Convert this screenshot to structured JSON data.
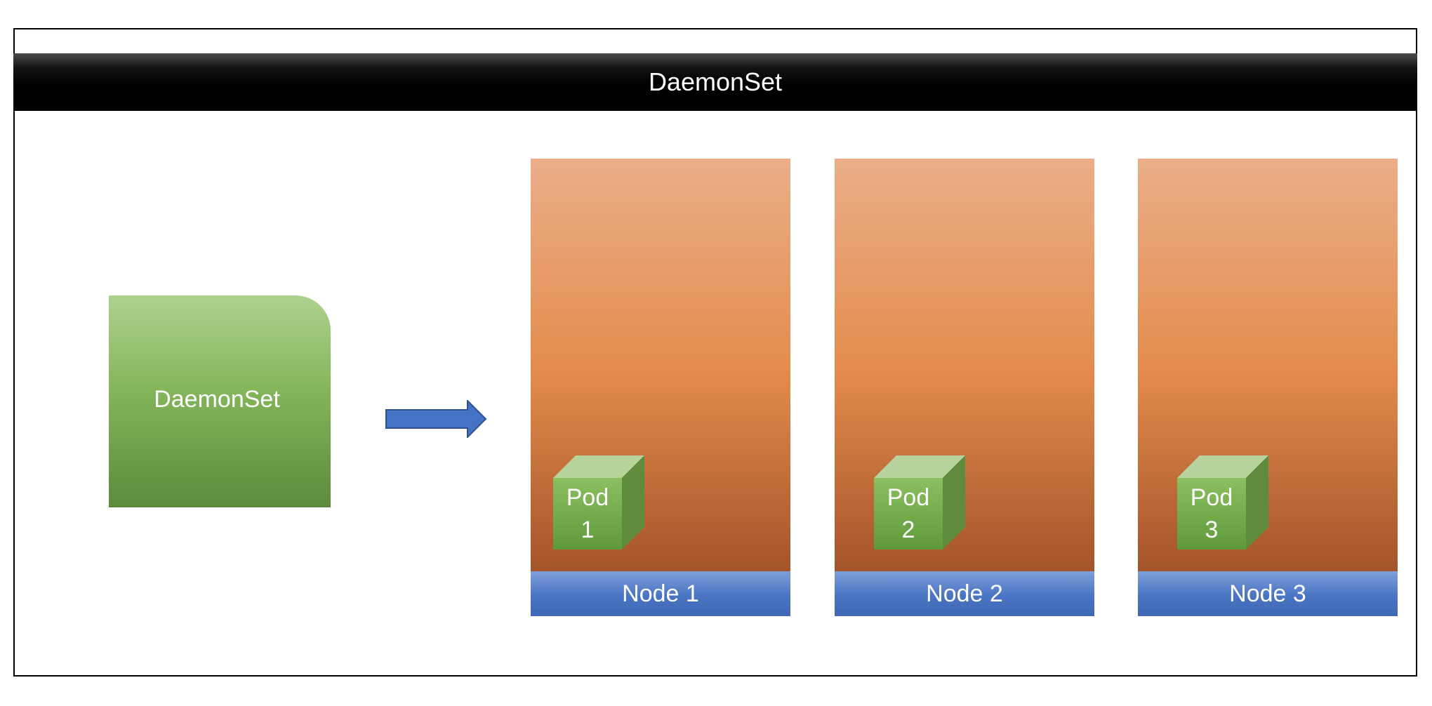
{
  "diagram": {
    "title": "DaemonSet",
    "daemonset_label": "DaemonSet",
    "nodes": [
      {
        "label": "Node 1",
        "pod_word": "Pod",
        "pod_number": "1"
      },
      {
        "label": "Node 2",
        "pod_word": "Pod",
        "pod_number": "2"
      },
      {
        "label": "Node 3",
        "pod_word": "Pod",
        "pod_number": "3"
      }
    ]
  },
  "colors": {
    "title_bar": "#000000",
    "daemonset_green": "#84b55a",
    "node_orange": "#e38b4c",
    "node_label_blue": "#4a74c4",
    "arrow_blue": "#4472c4",
    "pod_green": "#70ad47"
  },
  "icons": {
    "arrow": "right-arrow-icon",
    "pod": "cube-icon"
  }
}
